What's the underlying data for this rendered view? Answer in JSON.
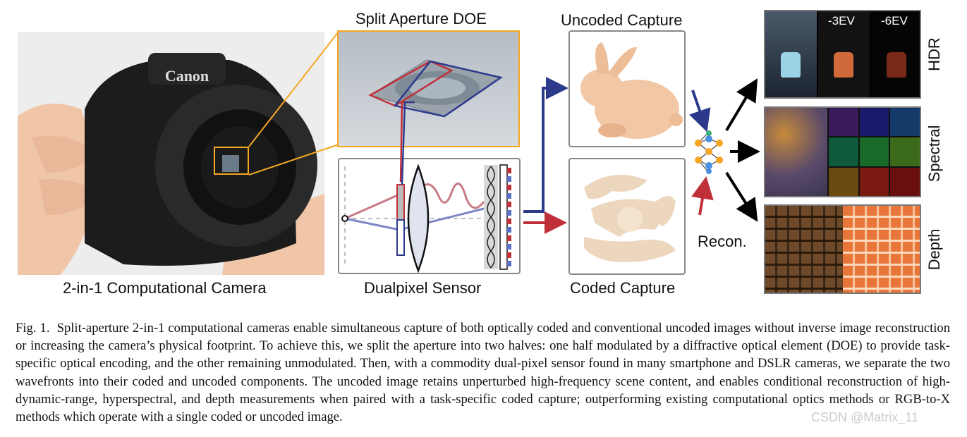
{
  "figure": {
    "panels": {
      "camera_label": "2-in-1 Computational Camera",
      "camera_brand": "Canon",
      "doe_title": "Split Aperture DOE",
      "sensor_label": "Dualpixel Sensor",
      "uncoded_title": "Uncoded Capture",
      "coded_label": "Coded Capture",
      "recon_label": "Recon.",
      "hdr_label": "HDR",
      "spectral_label": "Spectral",
      "depth_label": "Depth",
      "ev_labels": [
        "-3EV",
        "-6EV"
      ]
    },
    "colors": {
      "highlight_orange": "#f5a623",
      "coded_red": "#c0303a",
      "uncoded_blue": "#2d3a8c"
    },
    "caption": {
      "prefix": "Fig. 1.",
      "text": "Split-aperture 2-in-1 computational cameras enable simultaneous capture of both optically coded and conventional uncoded images without inverse image reconstruction or increasing the camera’s physical footprint. To achieve this, we split the aperture into two halves: one half modulated by a diffractive optical element (DOE) to provide task-specific optical encoding, and the other remaining unmodulated. Then, with a commodity dual-pixel sensor found in many smartphone and DSLR cameras, we separate the two wavefronts into their coded and uncoded components. The uncoded image retains unperturbed high-frequency scene content, and enables conditional reconstruction of high-dynamic-range, hyperspectral, and depth measurements when paired with a task-specific coded capture; outperforming existing computational optics methods or RGB-to-X methods which operate with a single coded or uncoded image."
    },
    "watermark": "CSDN @Matrix_11"
  }
}
